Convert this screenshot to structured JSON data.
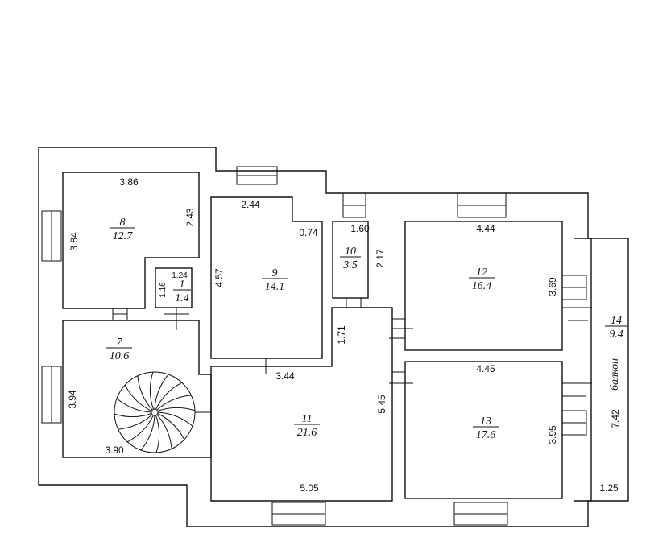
{
  "rooms": [
    {
      "id": "1",
      "number": "1",
      "area": "1.4"
    },
    {
      "id": "7",
      "number": "7",
      "area": "10.6"
    },
    {
      "id": "8",
      "number": "8",
      "area": "12.7"
    },
    {
      "id": "9",
      "number": "9",
      "area": "14.1"
    },
    {
      "id": "10",
      "number": "10",
      "area": "3.5"
    },
    {
      "id": "11",
      "number": "11",
      "area": "21.6"
    },
    {
      "id": "12",
      "number": "12",
      "area": "16.4"
    },
    {
      "id": "13",
      "number": "13",
      "area": "17.6"
    },
    {
      "id": "14",
      "number": "14",
      "area": "9.4"
    }
  ],
  "balcony_label": "балкон",
  "dimensions": {
    "r8_width": "3.86",
    "r8_height": "3.84",
    "r8_inner": "2.43",
    "r1_width": "1.24",
    "r1_height": "1.16",
    "r9_top": "2.44",
    "r9_side": "4.57",
    "r9_step": "0.74",
    "r9_bottom": "3.44",
    "r10_width": "1.60",
    "r10_height": "2.17",
    "r12_width": "4.44",
    "r12_height": "3.69",
    "r7_height": "3.94",
    "r7_width": "3.90",
    "hall_short": "1.71",
    "hall_height": "5.45",
    "hall_width": "5.05",
    "r13_width": "4.45",
    "r13_height": "3.95",
    "balcony_length": "7.42",
    "balcony_width": "1.25"
  }
}
